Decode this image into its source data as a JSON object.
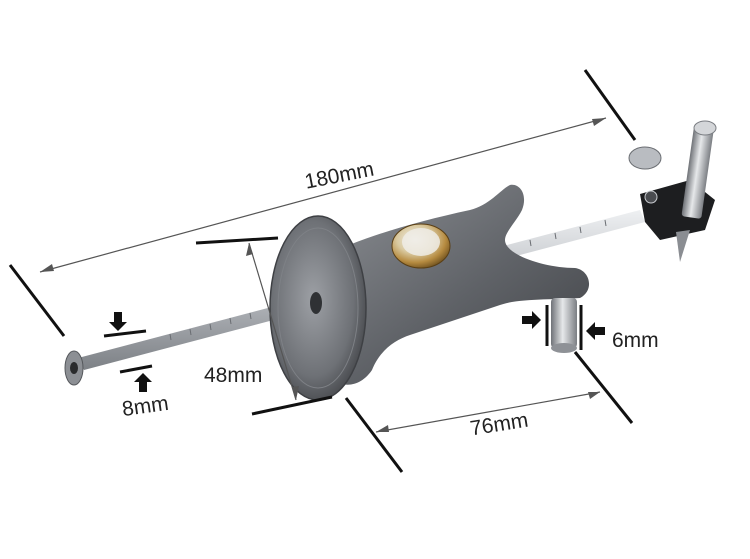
{
  "dimensions": {
    "overall_length": "180mm",
    "fence_diameter": "48mm",
    "rod_diameter": "8mm",
    "fence_width": "76mm",
    "pin_diameter": "6mm"
  },
  "colors": {
    "background": "#ffffff",
    "dimension_line": "#555555",
    "tick_line": "#111111",
    "metal_dark": "#5a5d62",
    "metal_mid": "#8a8d92",
    "steel_rod": "#c9ccd0",
    "brass": "#c9a25a"
  },
  "icons": [
    "arrow-right-icon",
    "arrow-left-icon",
    "arrow-up-icon",
    "arrow-down-icon"
  ]
}
